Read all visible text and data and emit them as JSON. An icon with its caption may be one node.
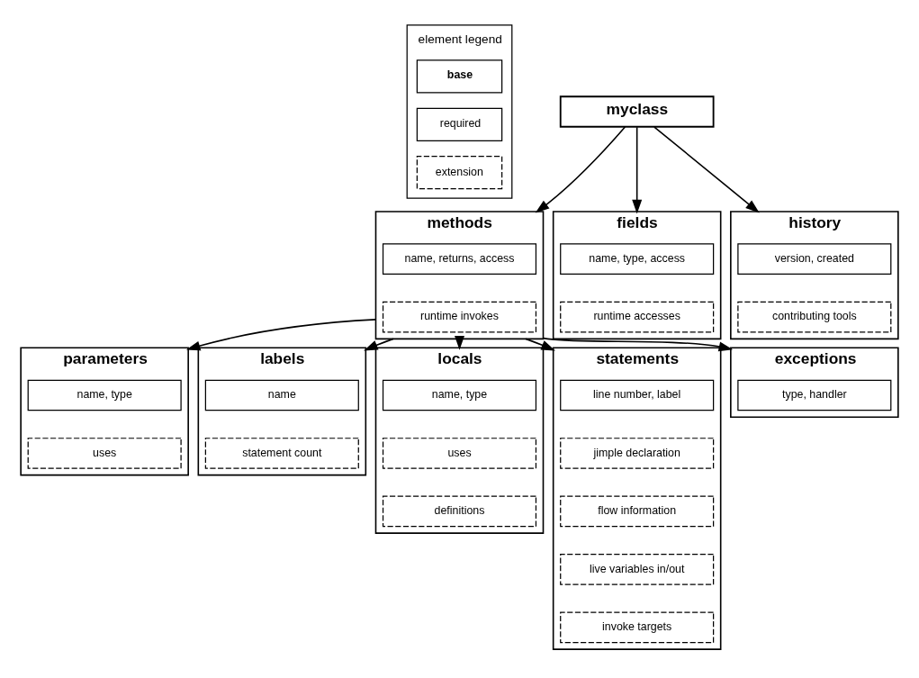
{
  "diagram": {
    "nodes": [
      {
        "text": [
          "myclass"
        ]
      },
      {
        "text": [
          "methods"
        ]
      },
      {
        "text": [
          "name, returns, access"
        ],
        "in": 1
      },
      {
        "text": [
          "runtime invokes"
        ],
        "in": 1
      },
      {
        "text": [
          "fields"
        ]
      },
      {
        "text": [
          "name, type, access"
        ],
        "in": 4
      },
      {
        "text": [
          "runtime accesses"
        ],
        "in": 4
      },
      {
        "text": [
          "history"
        ]
      },
      {
        "text": [
          "version, created"
        ],
        "in": 7
      },
      {
        "text": [
          "contributing tools"
        ],
        "in": 7
      },
      {
        "text": [
          "parameters"
        ]
      },
      {
        "text": [
          "name, type"
        ],
        "in": 10
      },
      {
        "text": [
          "uses"
        ],
        "in": 10
      },
      {
        "text": [
          "labels"
        ]
      },
      {
        "text": [
          "name"
        ],
        "in": 13
      },
      {
        "text": [
          "statement count"
        ],
        "in": 13
      },
      {
        "text": [
          "locals"
        ]
      },
      {
        "text": [
          "name, type"
        ],
        "in": 16
      },
      {
        "text": [
          "uses"
        ],
        "in": 16
      },
      {
        "text": [
          "definitions"
        ],
        "in": 16
      },
      {
        "text": [
          "statements"
        ]
      },
      {
        "text": [
          "line number, label"
        ],
        "in": 20
      },
      {
        "text": [
          "jimple declaration"
        ],
        "in": 20
      },
      {
        "text": [
          "flow information"
        ],
        "in": 20
      },
      {
        "text": [
          "live variables in/out"
        ],
        "in": 20
      },
      {
        "text": [
          "invoke targets"
        ],
        "in": 20
      },
      {
        "text": [
          "exceptions"
        ]
      },
      {
        "text": [
          "type, handler"
        ],
        "in": 26
      }
    ],
    "edges": [
      {
        "from": 0,
        "to": 1,
        "arrow": "to"
      },
      {
        "from": 0,
        "to": 4,
        "arrow": "to"
      },
      {
        "from": 0,
        "to": 7,
        "arrow": "to"
      },
      {
        "from": 1,
        "to": 10,
        "arrow": "to"
      },
      {
        "from": 1,
        "to": 13,
        "arrow": "to"
      },
      {
        "from": 1,
        "to": 16,
        "arrow": "to"
      },
      {
        "from": 1,
        "to": 20,
        "arrow": "to"
      },
      {
        "from": 1,
        "to": 26,
        "arrow": "to"
      }
    ],
    "labels": [
      "element legend"
    ],
    "legend": [
      {
        "text": "base"
      },
      {
        "text": "required"
      },
      {
        "text": "extension"
      }
    ]
  }
}
